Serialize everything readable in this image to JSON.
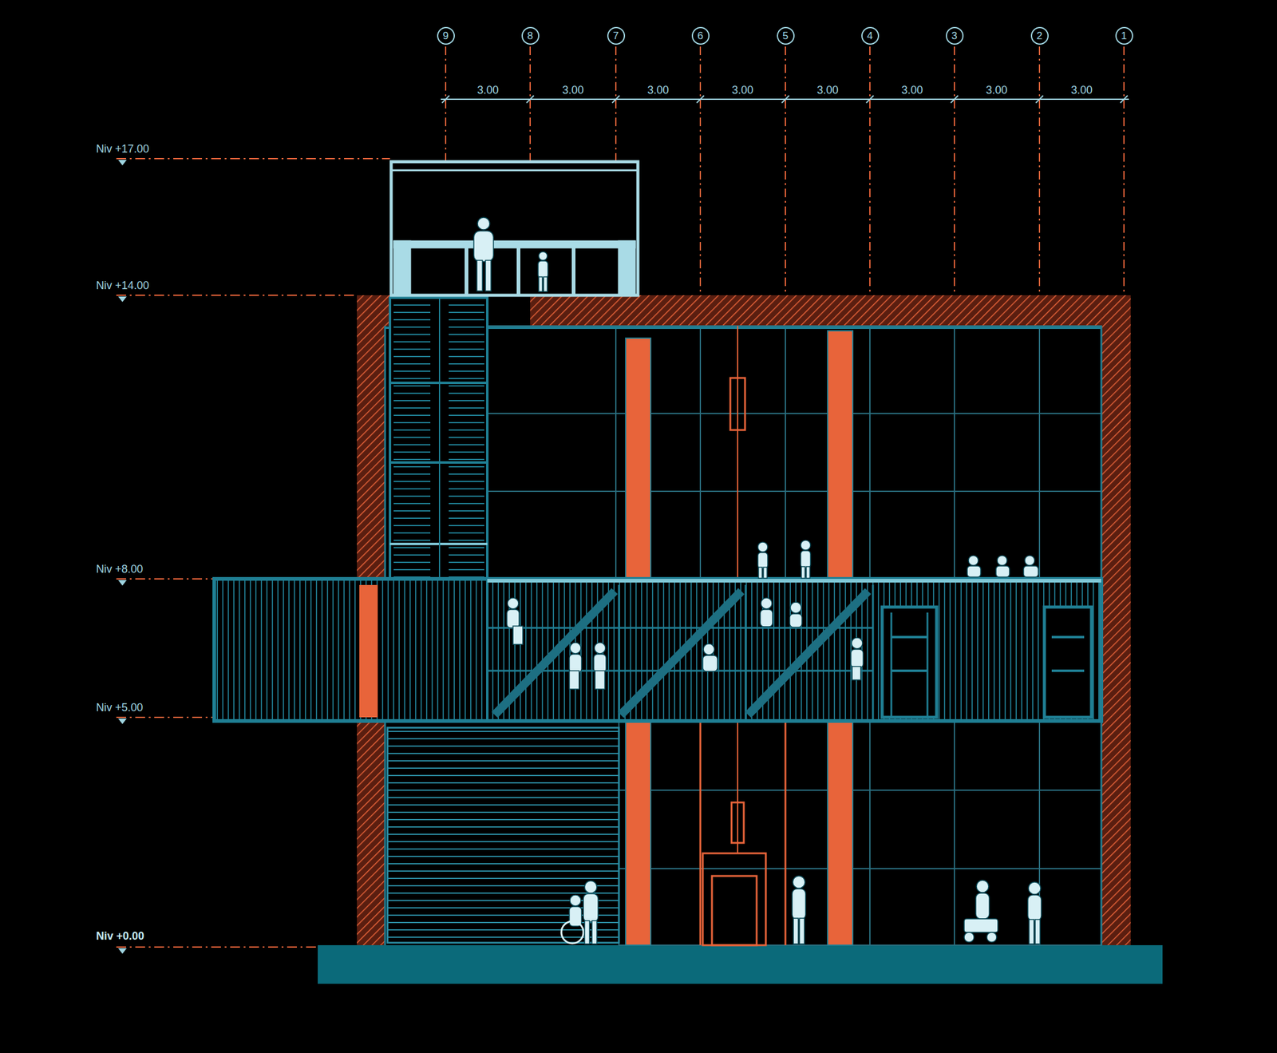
{
  "diagram": {
    "nodes": [
      {
        "text": [
          "9"
        ]
      },
      {
        "text": [
          "8"
        ]
      },
      {
        "text": [
          "7"
        ]
      },
      {
        "text": [
          "6"
        ]
      },
      {
        "text": [
          "5"
        ]
      },
      {
        "text": [
          "4"
        ]
      },
      {
        "text": [
          "3"
        ]
      },
      {
        "text": [
          "2"
        ]
      },
      {
        "text": [
          "1"
        ]
      }
    ],
    "edges": [],
    "labels": [
      "3.00",
      "3.00",
      "3.00",
      "3.00",
      "3.00",
      "3.00",
      "3.00",
      "3.00",
      "Niv +17.00",
      "Niv +14.00",
      "Niv +8.00",
      "Niv +5.00",
      "Niv +0.00"
    ]
  }
}
